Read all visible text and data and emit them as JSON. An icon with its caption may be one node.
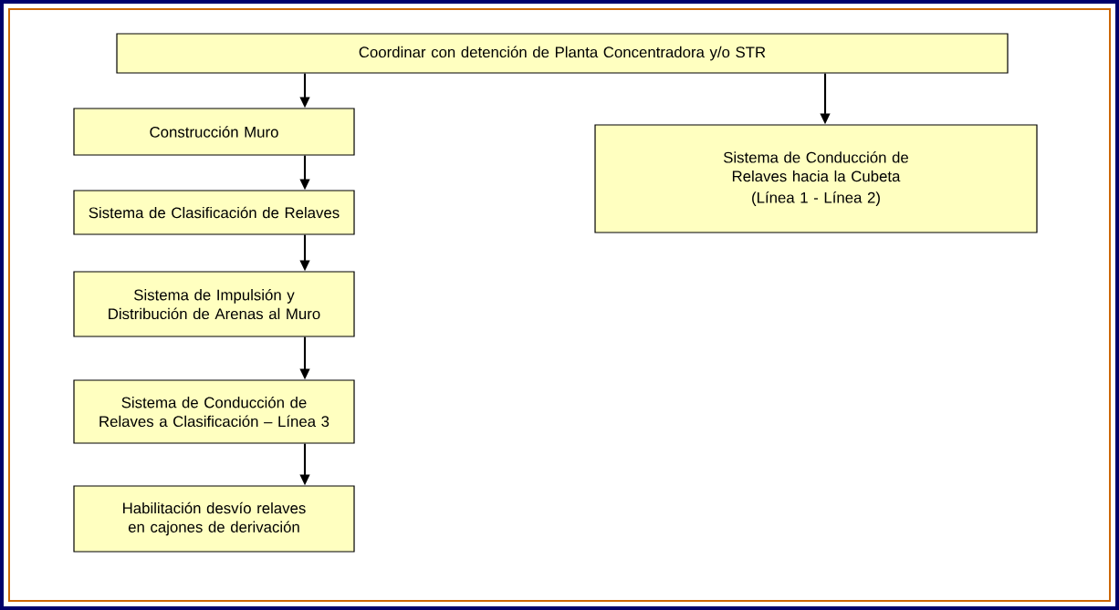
{
  "diagram": {
    "nodes": [
      {
        "text": [
          "Coordinar con detención de Planta Concentradora y/o STR"
        ]
      },
      {
        "text": [
          "Construcción Muro"
        ]
      },
      {
        "text": [
          "Sistema de Clasificación de Relaves"
        ]
      },
      {
        "text": [
          "Sistema de Impulsión y Distribución de Arenas al Muro"
        ]
      },
      {
        "text": [
          "Sistema de Conducción de Relaves a Clasificación – Línea 3"
        ]
      },
      {
        "text": [
          "Habilitación desvío relaves en cajones de derivación"
        ]
      },
      {
        "text": [
          "Sistema de Conducción de Relaves hacia la Cubeta",
          "(Línea 1 - Línea 2)"
        ]
      }
    ],
    "edges": [
      {
        "from": 0,
        "to": 1,
        "arrow": "to"
      },
      {
        "from": 0,
        "to": 6,
        "arrow": "to"
      },
      {
        "from": 1,
        "to": 2,
        "arrow": "to"
      },
      {
        "from": 2,
        "to": 3,
        "arrow": "to"
      },
      {
        "from": 3,
        "to": 4,
        "arrow": "to"
      },
      {
        "from": 4,
        "to": 5,
        "arrow": "to"
      }
    ]
  }
}
